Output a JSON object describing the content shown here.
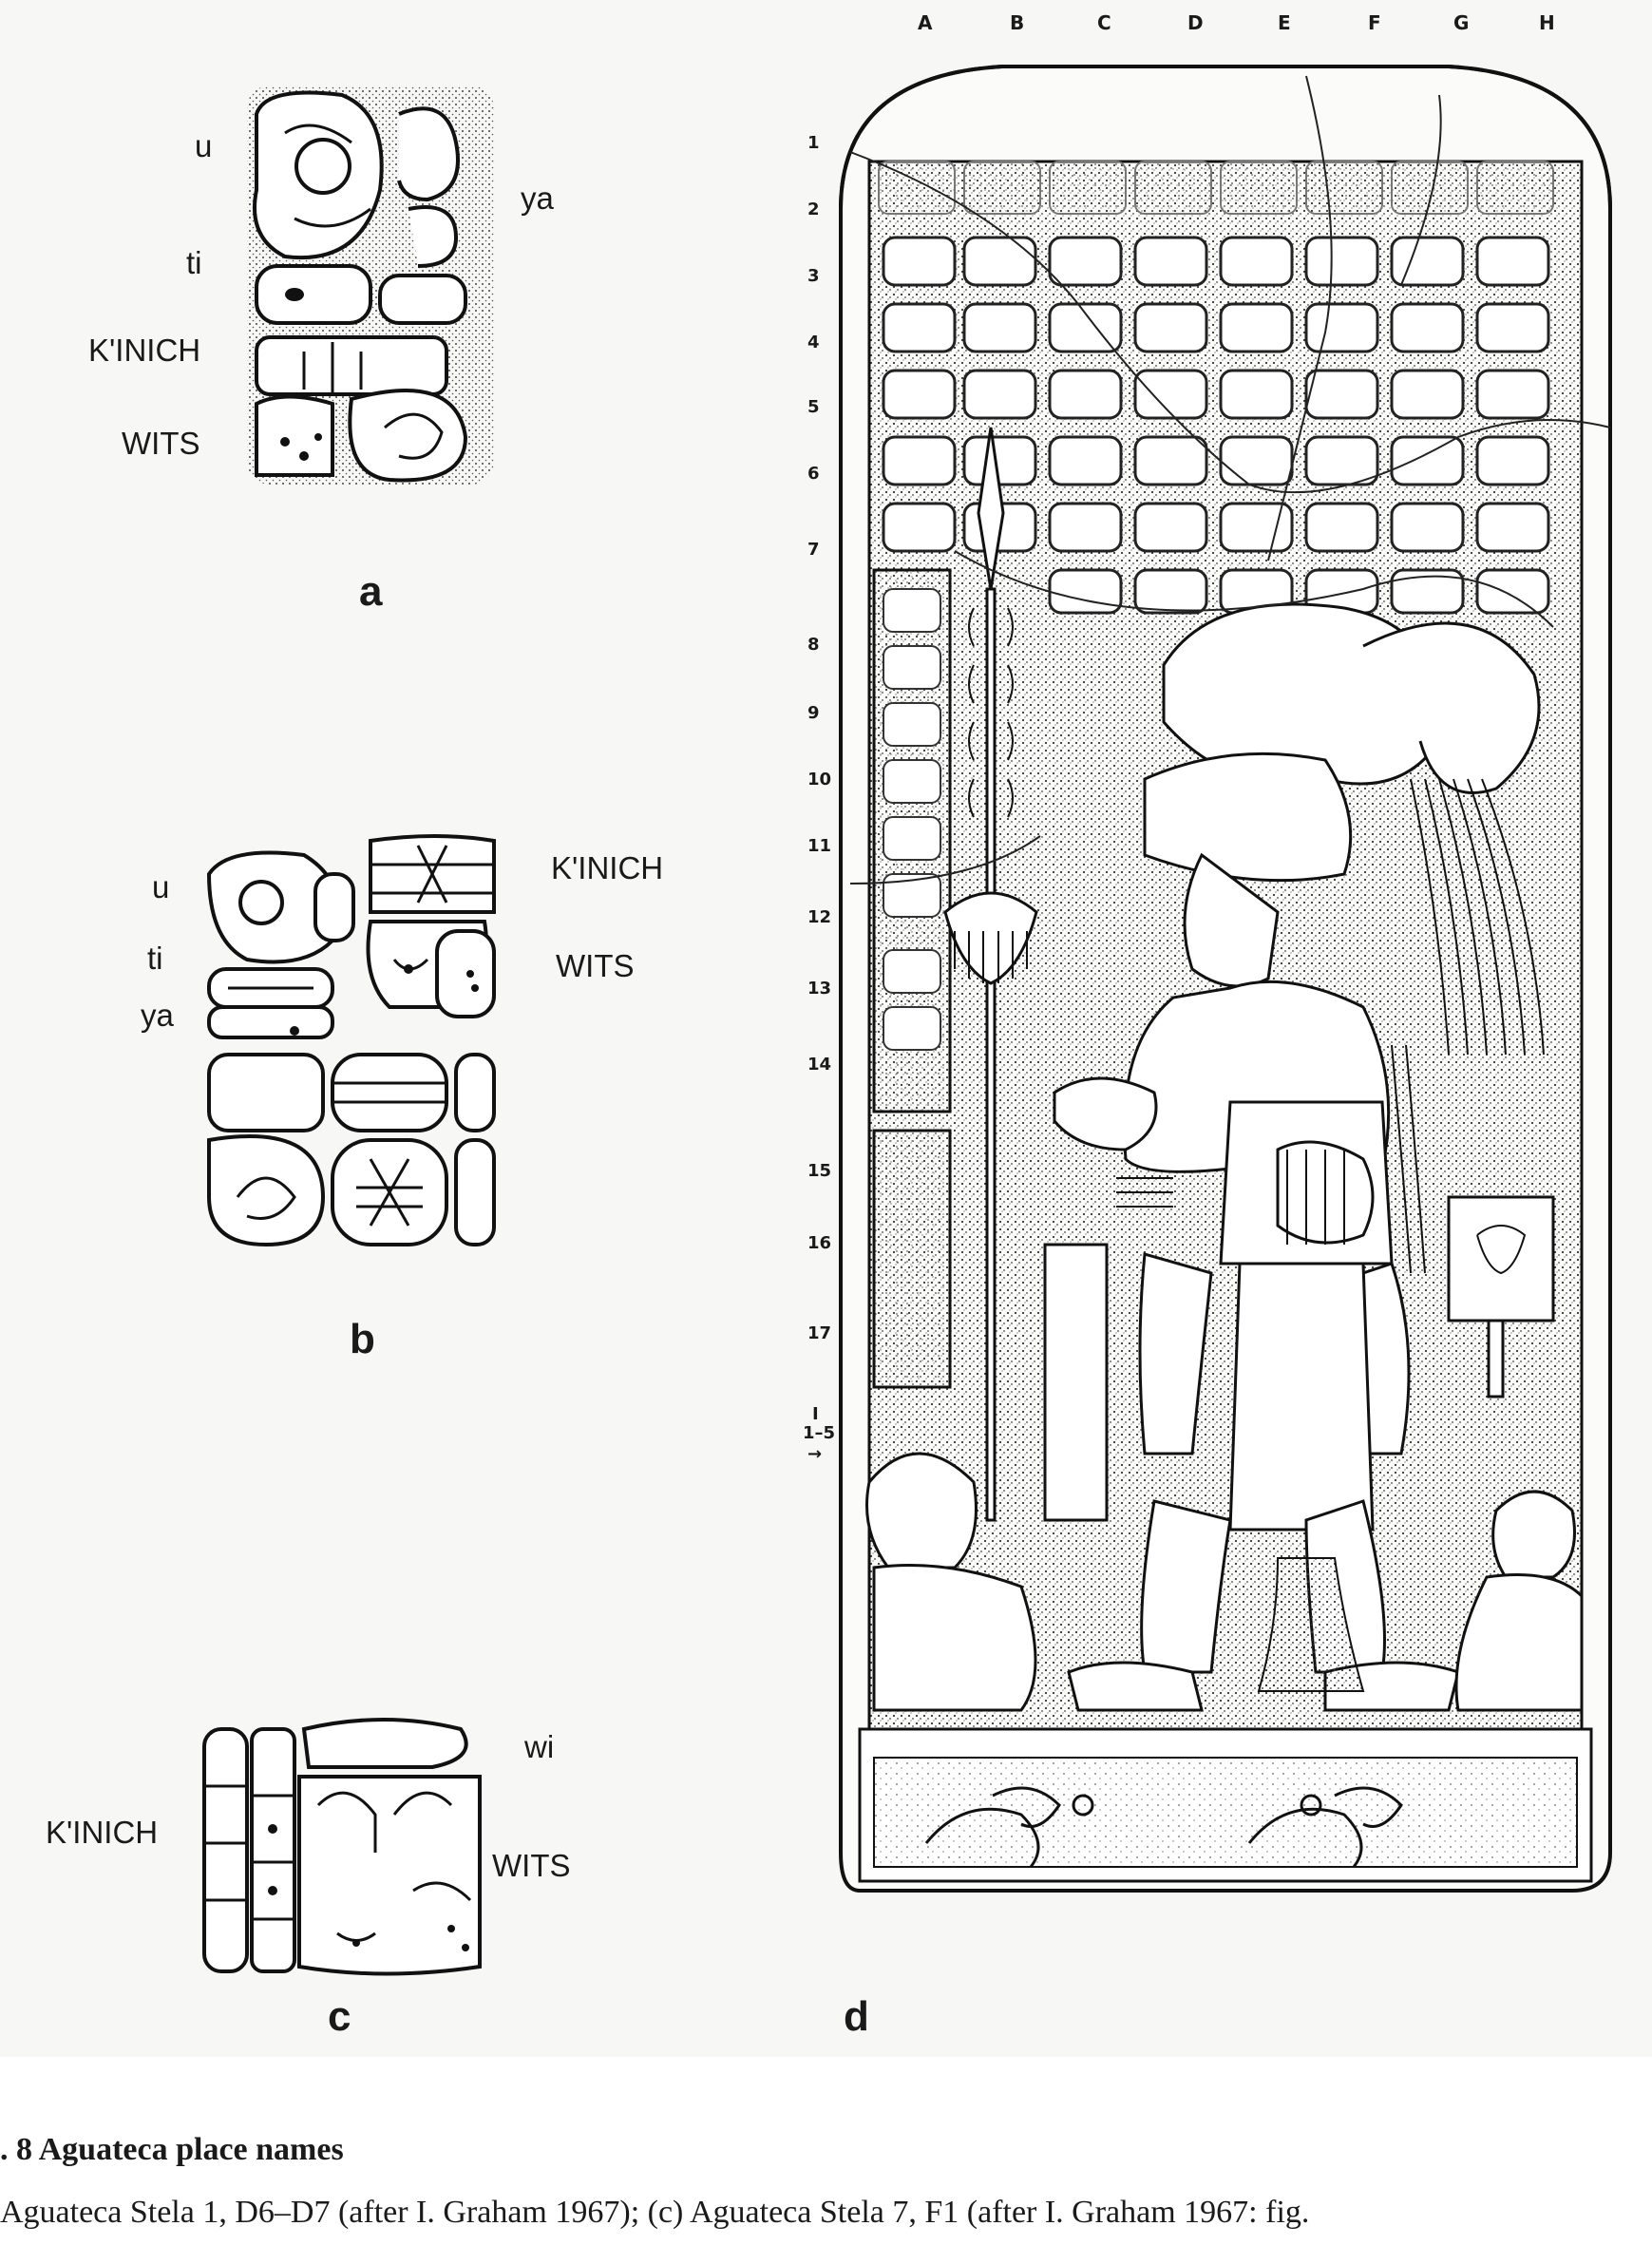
{
  "panel_a": {
    "letter": "a",
    "labels": {
      "u": "u",
      "ya": "ya",
      "ti": "ti",
      "kinich": "K'INICH",
      "wits": "WITS"
    }
  },
  "panel_b": {
    "letter": "b",
    "labels": {
      "u": "u",
      "ti": "ti",
      "ya": "ya",
      "kinich": "K'INICH",
      "wits": "WITS"
    }
  },
  "panel_c": {
    "letter": "c",
    "labels": {
      "wi": "wi",
      "kinich": "K'INICH",
      "wits": "WITS"
    }
  },
  "panel_d": {
    "letter": "d",
    "columns": [
      "A",
      "B",
      "C",
      "D",
      "E",
      "F",
      "G",
      "H"
    ],
    "rows": [
      "1",
      "2",
      "3",
      "4",
      "5",
      "6",
      "7",
      "8",
      "9",
      "10",
      "11",
      "12",
      "13",
      "14",
      "15",
      "16",
      "17"
    ],
    "bottom_marker": [
      "I",
      "1–5",
      "→"
    ]
  },
  "caption": {
    "title": ". 8  Aguateca place names",
    "text": "Aguateca Stela 1, D6–D7 (after I. Graham 1967); (c) Aguateca Stela 7, F1 (after I. Graham 1967: fig."
  }
}
